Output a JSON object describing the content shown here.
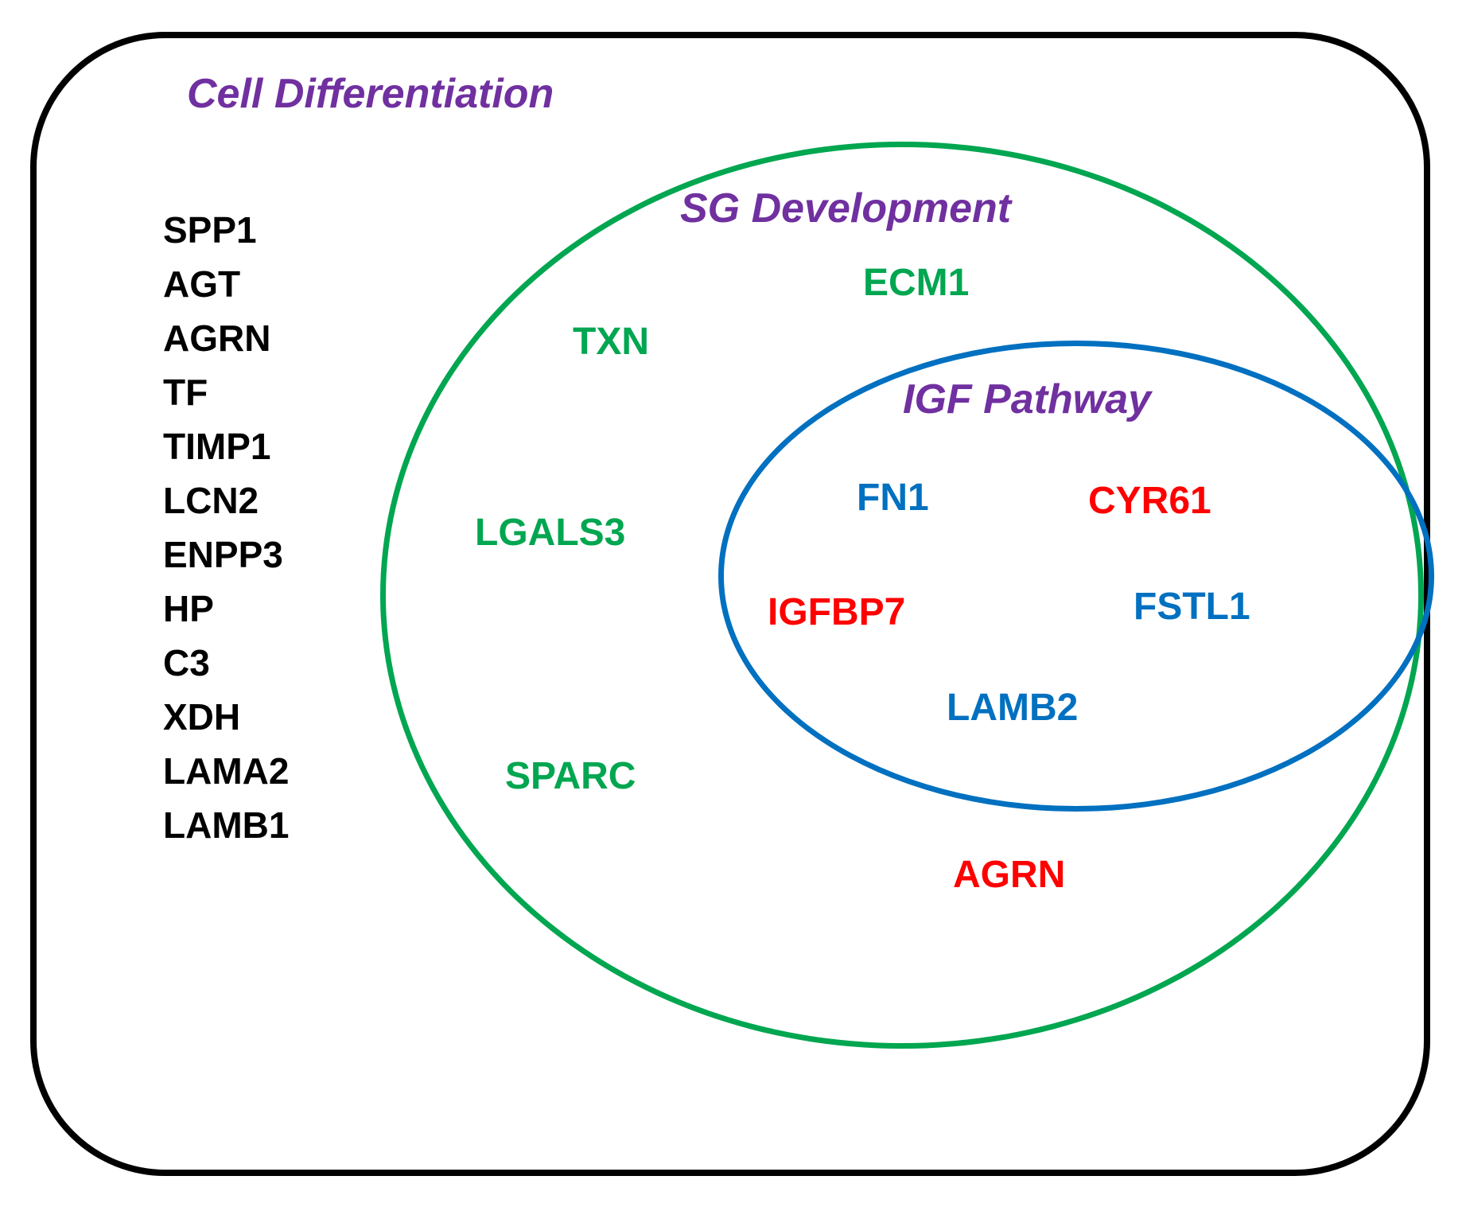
{
  "diagram": {
    "colors": {
      "title_purple": "#7030A0",
      "sg_green": "#00A650",
      "igf_blue": "#0070C0",
      "highlight_red": "#FF0000",
      "outer_black": "#000000"
    },
    "cell_differentiation": {
      "title": "Cell Differentiation",
      "genes": [
        "SPP1",
        "AGT",
        "AGRN",
        "TF",
        "TIMP1",
        "LCN2",
        "ENPP3",
        "HP",
        "C3",
        "XDH",
        "LAMA2",
        "LAMB1"
      ]
    },
    "sg_development": {
      "title": "SG Development",
      "green_genes": [
        "ECM1",
        "TXN",
        "LGALS3",
        "SPARC"
      ],
      "red_genes": [
        "AGRN"
      ]
    },
    "igf_pathway": {
      "title": "IGF Pathway",
      "blue_genes": [
        "FN1",
        "FSTL1",
        "LAMB2"
      ],
      "red_genes": [
        "CYR61",
        "IGFBP7"
      ]
    }
  }
}
